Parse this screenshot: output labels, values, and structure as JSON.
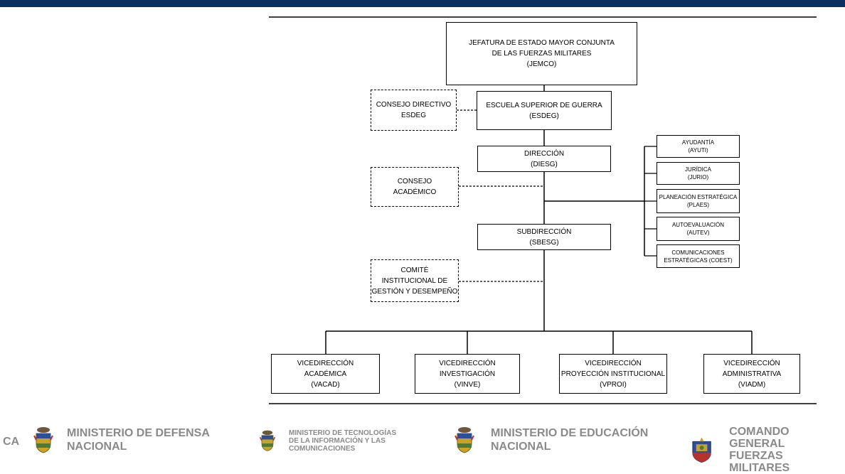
{
  "org_chart": {
    "jemco": [
      "JEFATURA DE ESTADO MAYOR CONJUNTA",
      "DE LAS FUERZAS MILITARES",
      "(JEMCO)"
    ],
    "esdeg": [
      "ESCUELA SUPERIOR DE GUERRA",
      "(ESDEG)"
    ],
    "consejo_directivo": [
      "CONSEJO DIRECTIVO",
      "ESDEG"
    ],
    "direccion": [
      "DIRECCIÓN",
      "(DIESG)"
    ],
    "consejo_academico": [
      "CONSEJO",
      "ACADÉMICO"
    ],
    "subdireccion": [
      "SUBDIRECCIÓN",
      "(SBESG)"
    ],
    "comite": [
      "COMITÉ",
      "INSTITUCIONAL DE",
      "GESTIÓN Y DESEMPEÑO"
    ],
    "staff_units": [
      [
        "AYUDANTÍA",
        "(AYUTI)"
      ],
      [
        "JURÍDICA",
        "(JURIO)"
      ],
      [
        "PLANEACIÓN ESTRATÉGICA",
        "(PLAES)"
      ],
      [
        "AUTOEVALUACIÓN",
        "(AUTEV)"
      ],
      [
        "COMUNICACIONES",
        "ESTRATÉGICAS (COEST)"
      ]
    ],
    "vicedirecciones": [
      [
        "VICEDIRECCIÓN",
        "ACADÉMICA",
        "(VACAD)"
      ],
      [
        "VICEDIRECCIÓN",
        "INVESTIGACIÓN",
        "(VINVE)"
      ],
      [
        "VICEDIRECCIÓN",
        "PROYECCIÓN INSTITUCIONAL",
        "(VPROI)"
      ],
      [
        "VICEDIRECCIÓN",
        "ADMINISTRATIVA",
        "(VIADM)"
      ]
    ]
  },
  "footer": {
    "cut_text": "CA",
    "logos": [
      {
        "lines": [
          "MINISTERIO DE DEFENSA",
          "NACIONAL"
        ],
        "icon": "coat-of-arms-icon"
      },
      {
        "lines": [
          "MINISTERIO DE TECNOLOGÍAS",
          "DE LA INFORMACIÓN Y LAS",
          "COMUNICACIONES"
        ],
        "icon": "coat-of-arms-icon"
      },
      {
        "lines": [
          "MINISTERIO DE EDUCACIÓN",
          "NACIONAL"
        ],
        "icon": "coat-of-arms-icon"
      },
      {
        "lines": [
          "COMANDO GENERAL",
          "FUERZAS MILITARES"
        ],
        "icon": "military-shield-icon"
      }
    ]
  },
  "colors": {
    "top_bar": "#0d2f5e",
    "logo_text": "#8a8a8a",
    "shield_gold": "#c9a227",
    "shield_green": "#4f7a35",
    "shield_red": "#b8322c",
    "shield_blue": "#2c4e9b"
  }
}
